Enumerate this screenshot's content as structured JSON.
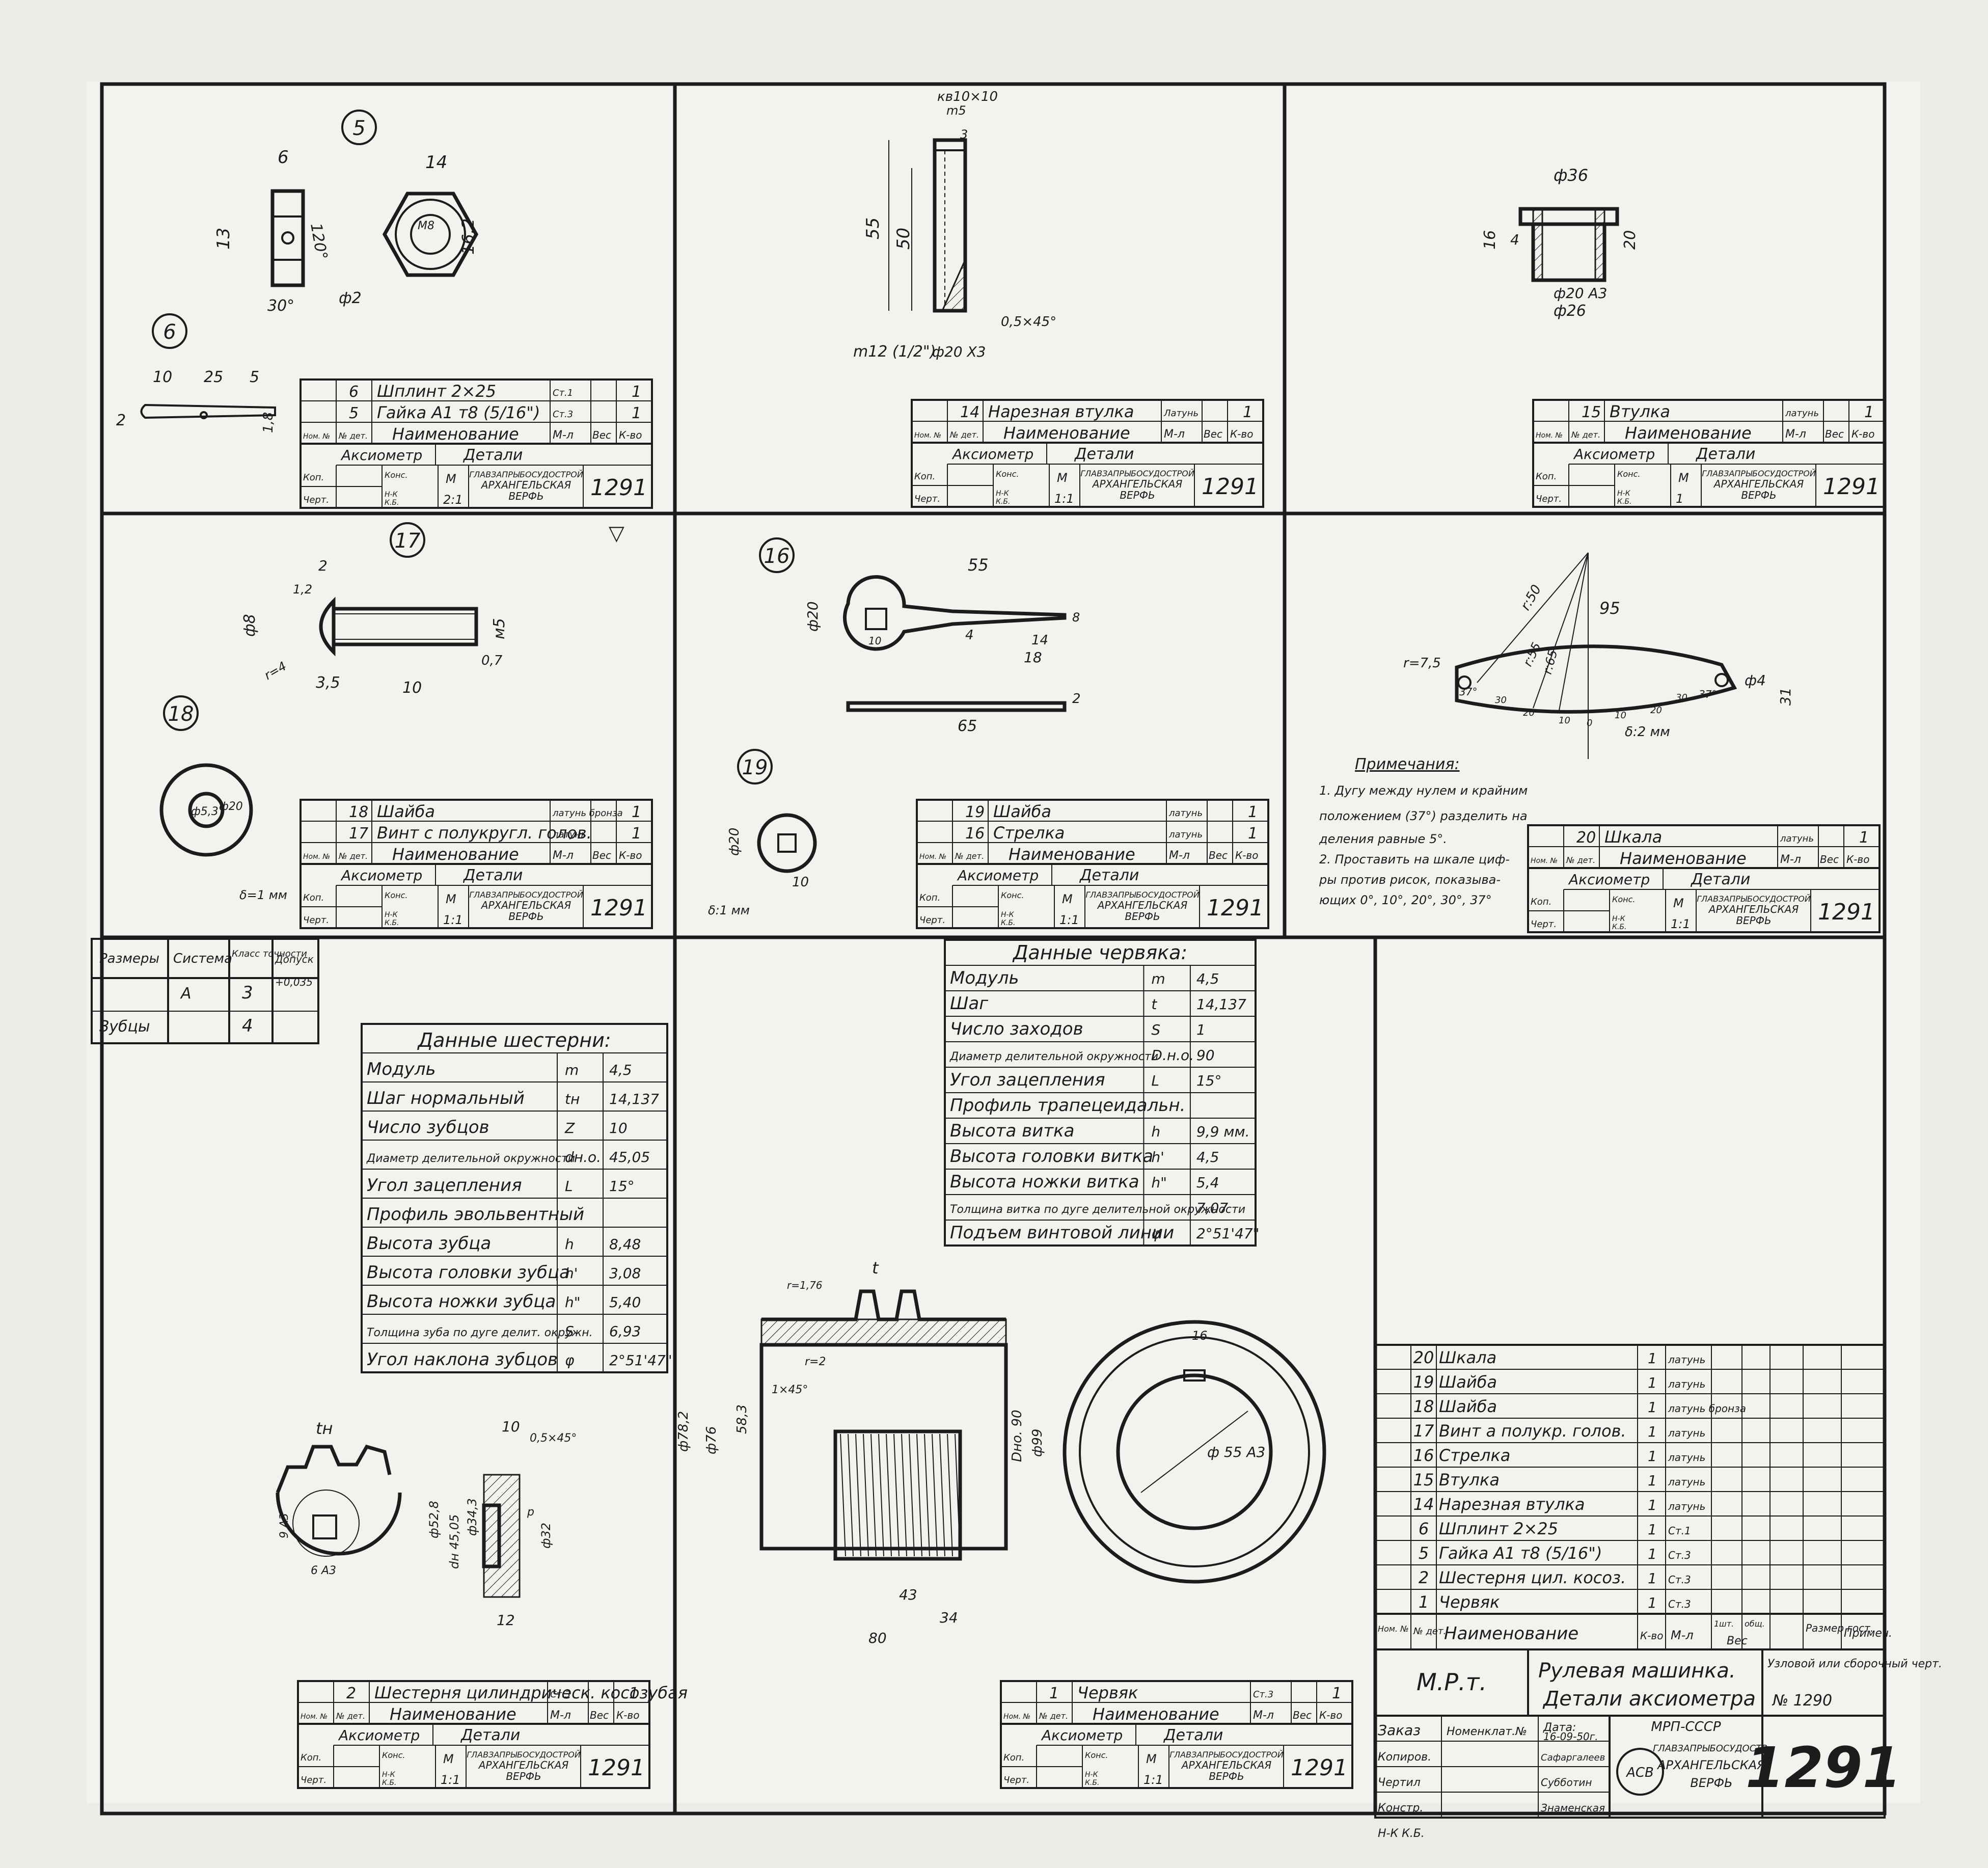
{
  "title_block_common": {
    "head_no": "Ном. №",
    "head_det": "№ дет.",
    "head_name": "Наименование",
    "head_mat": "М-л",
    "head_weight": "Вес",
    "head_qty": "К-во",
    "assembly": "Аксиометр",
    "group": "Детали",
    "kop": "Коп.",
    "chert": "Черт.",
    "kons": "Конс.",
    "nk": "Н-К",
    "kb": "К.Б.",
    "m": "М",
    "org_line1": "ГЛАВЗАПРЫБОСУДОСТРОЙ",
    "org_line2": "АРХАНГЕЛЬСКАЯ",
    "org_line3": "ВЕРФЬ",
    "drawing_no": "1291"
  },
  "panels": {
    "p1": {
      "parts": [
        {
          "no": "6",
          "name": "Шплинт 2×25",
          "mat": "Ст.1",
          "qty": "1"
        },
        {
          "no": "5",
          "name": "Гайка А1 т8 (5/16\")",
          "mat": "Ст.3",
          "qty": "1"
        }
      ],
      "scale": "2:1",
      "balloons": [
        "5",
        "6"
      ],
      "dims": {
        "d6": "6",
        "d14": "14",
        "d13": "13",
        "d120": "120°",
        "d162": "16,2",
        "d30": "30°",
        "d2": "ф2",
        "dM8": "М8",
        "s10": "10",
        "s25": "25",
        "s5": "5",
        "s2": "2",
        "s18": "1,8"
      }
    },
    "p2": {
      "parts": [
        {
          "no": "14",
          "name": "Нарезная втулка",
          "mat": "Латунь",
          "qty": "1"
        }
      ],
      "scale": "1:1",
      "dims": {
        "top": "кв10×10",
        "m5": "m5",
        "d3": "3",
        "d55": "55",
        "d50": "50",
        "chamfer": "0,5×45°",
        "thread": "m12 (1/2\")",
        "d20": "ф20 Х3"
      }
    },
    "p3": {
      "parts": [
        {
          "no": "15",
          "name": "Втулка",
          "mat": "латунь",
          "qty": "1"
        }
      ],
      "scale": "1",
      "dims": {
        "d36": "ф36",
        "d16": "16",
        "d4": "4",
        "d20": "20",
        "d20a": "ф20 А3",
        "d26": "ф26"
      }
    },
    "p4": {
      "parts": [
        {
          "no": "18",
          "name": "Шайба",
          "mat": "латунь бронза",
          "qty": "1"
        },
        {
          "no": "17",
          "name": "Винт с полукругл. голов.",
          "mat": "латунь",
          "qty": "1"
        }
      ],
      "scale": "1:1",
      "balloons": [
        "17",
        "18"
      ],
      "dims": {
        "d2": "2",
        "d12": "1,2",
        "d8": "ф8",
        "m5": "м5",
        "d07": "0,7",
        "r4": "r=4",
        "d35": "3,5",
        "d10": "10",
        "d53": "ф5,3",
        "d20": "ф20",
        "thk": "δ=1 мм"
      }
    },
    "p5": {
      "parts": [
        {
          "no": "19",
          "name": "Шайба",
          "mat": "латунь",
          "qty": "1"
        },
        {
          "no": "16",
          "name": "Стрелка",
          "mat": "латунь",
          "qty": "1"
        }
      ],
      "scale": "1:1",
      "balloons": [
        "16",
        "19"
      ],
      "dims": {
        "d55": "55",
        "d20": "ф20",
        "d10": "10",
        "d14": "14",
        "d18": "18",
        "d4": "4",
        "d8": "8",
        "d65": "65",
        "d2": "2",
        "w20": "ф20",
        "w10": "10",
        "thk": "δ:1 мм"
      }
    },
    "p6": {
      "parts": [
        {
          "no": "20",
          "name": "Шкала",
          "mat": "латунь",
          "qty": "1"
        }
      ],
      "scale": "1:1",
      "dims": {
        "r50": "r:50",
        "r55": "r:55",
        "r65": "r:65",
        "d95": "95",
        "r75": "r=7,5",
        "d4": "ф4",
        "d31": "31",
        "a37l": "37°",
        "a37r": "37°",
        "t30l": "30",
        "t20l": "20",
        "t10l": "10",
        "t0": "0",
        "t10r": "10",
        "t20r": "20",
        "t30r": "30",
        "pitch": "δ:2 мм"
      },
      "notes_title": "Примечания:",
      "notes": [
        "1. Дугу между нулем и крайним",
        "положением (37°) разделить на",
        "деления равные 5°.",
        "2. Проставить на шкале циф-",
        "ры против рисок, показыва-",
        "ющих 0°, 10°, 20°, 30°, 37°"
      ]
    },
    "p7": {
      "tol_header": [
        "Размеры",
        "Система",
        "Класс точности",
        "Допуск"
      ],
      "tol_rows": [
        [
          "",
          "А",
          "3",
          "+0,035"
        ],
        [
          "Зубцы",
          "",
          "4",
          ""
        ]
      ],
      "gear_title": "Данные шестерни:",
      "gear_rows": [
        [
          "Модуль",
          "m",
          "4,5"
        ],
        [
          "Шаг нормальный",
          "tн",
          "14,137"
        ],
        [
          "Число зубцов",
          "Z",
          "10"
        ],
        [
          "Диаметр делительной окружности",
          "dн.о.",
          "45,05"
        ],
        [
          "Угол зацепления",
          "L",
          "15°"
        ],
        [
          "Профиль эвольвентный",
          "",
          ""
        ],
        [
          "Высота зубца",
          "h",
          "8,48"
        ],
        [
          "Высота головки зубца",
          "h'",
          "3,08"
        ],
        [
          "Высота ножки зубца",
          "h\"",
          "5,40"
        ],
        [
          "Толщина зуба по дуге делит. окружн.",
          "S",
          "6,93"
        ],
        [
          "Угол наклона зубцов",
          "φ",
          "2°51'47\""
        ]
      ],
      "dims": {
        "tn": "tн",
        "d10": "10",
        "chamfer": "0,5×45°",
        "d52": "ф52,8",
        "d45": "dн 45,05",
        "d34": "ф34,3",
        "d32": "ф32",
        "d9a": "9 А3",
        "d6a": "6 А3",
        "d12": "12",
        "p": "р"
      },
      "parts": [
        {
          "no": "2",
          "name": "Шестерня цилиндрическ. косозубая",
          "mat": "Ст.3",
          "qty": "1"
        }
      ],
      "scale": "1:1"
    },
    "p8": {
      "worm_title": "Данные червяка:",
      "worm_rows": [
        [
          "Модуль",
          "m",
          "4,5"
        ],
        [
          "Шаг",
          "t",
          "14,137"
        ],
        [
          "Число заходов",
          "S",
          "1"
        ],
        [
          "Диаметр делительной окружности",
          "D.н.о.",
          "90"
        ],
        [
          "Угол зацепления",
          "L",
          "15°"
        ],
        [
          "Профиль трапецеидальн.",
          "",
          ""
        ],
        [
          "Высота витка",
          "h",
          "9,9 мм."
        ],
        [
          "Высота головки витка",
          "h'",
          "4,5"
        ],
        [
          "Высота ножки витка",
          "h\"",
          "5,4"
        ],
        [
          "Толщина витка по дуге делительной окружности",
          "",
          "7,07"
        ],
        [
          "Подъем винтовой линии",
          "φ",
          "2°51'47\""
        ]
      ],
      "dims": {
        "t": "t",
        "r176": "r=1,76",
        "r2": "r=2",
        "c45": "1×45°",
        "d782": "ф78,2",
        "d76": "ф76",
        "d583": "58,3",
        "dno": "Dно. 90",
        "d99": "ф99",
        "d43": "43",
        "d34": "34",
        "d80": "80",
        "d16": "16",
        "d55": "ф 55 А3"
      },
      "parts": [
        {
          "no": "1",
          "name": "Червяк",
          "mat": "Ст.3",
          "qty": "1"
        }
      ],
      "scale": "1:1"
    },
    "p9": {
      "bom": [
        [
          "20",
          "Шкала",
          "1",
          "латунь"
        ],
        [
          "19",
          "Шайба",
          "1",
          "латунь"
        ],
        [
          "18",
          "Шайба",
          "1",
          "латунь бронза"
        ],
        [
          "17",
          "Винт а полукр. голов.",
          "1",
          "латунь"
        ],
        [
          "16",
          "Стрелка",
          "1",
          "латунь"
        ],
        [
          "15",
          "Втулка",
          "1",
          "латунь"
        ],
        [
          "14",
          "Нарезная втулка",
          "1",
          "латунь"
        ],
        [
          "6",
          "Шплинт 2×25",
          "1",
          "Ст.1"
        ],
        [
          "5",
          "Гайка А1 т8 (5/16\")",
          "1",
          "Ст.3"
        ],
        [
          "2",
          "Шестерня цил. косоз.",
          "1",
          "Ст.3"
        ],
        [
          "1",
          "Червяк",
          "1",
          "Ст.3"
        ]
      ],
      "bom_head": [
        "Ном. №",
        "№ дет.",
        "Наименование",
        "К-во",
        "М-л",
        "1шт.",
        "общ.",
        "Вес",
        "Размер гост.",
        "Примеч."
      ],
      "mrt": "М.Р.т.",
      "title1": "Рулевая машинка.",
      "title2": "Детали аксиометра",
      "type_note": "Узловой или сборочный черт.",
      "type_no": "№ 1290",
      "zakaz": "Заказ",
      "nomenkl": "Номенклат.№",
      "date_label": "Дата:",
      "date": "16-09-50г.",
      "roles": [
        "Копиров.",
        "Чертил",
        "Констр.",
        "Н-К К.Б."
      ],
      "names": [
        "Сафаргалеев",
        "Субботин",
        "Знаменская"
      ],
      "ministry": "МРП-СССР",
      "logo": "АСВ",
      "org1": "ГЛАВЗАПРЫБОСУДОСТР.",
      "org2": "АРХАНГЕЛЬСКАЯ",
      "org3": "ВЕРФЬ",
      "drawing_no": "1291"
    }
  }
}
